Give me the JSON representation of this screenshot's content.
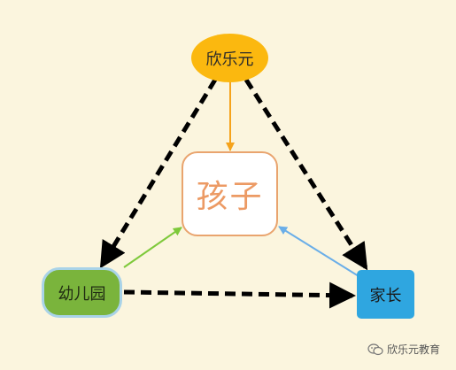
{
  "diagram": {
    "top_label": "欣乐元",
    "center_label": "孩子",
    "left_label": "幼儿园",
    "right_label": "家长"
  },
  "watermark": {
    "text": "欣乐元教育",
    "icon": "wechat-chat-icon"
  },
  "colors": {
    "background": "#fbf5de",
    "top_node": "#fbb80f",
    "center_border": "#e9a46e",
    "center_text": "#ec9a64",
    "left_node": "#7ab43c",
    "left_border": "#a9d3e8",
    "right_node": "#2fa6e0",
    "dashed_arrow": "#000000",
    "arrow_top_to_center": "#f5a31b",
    "arrow_left_to_center": "#7ec93b",
    "arrow_right_to_center": "#6aaee8"
  }
}
